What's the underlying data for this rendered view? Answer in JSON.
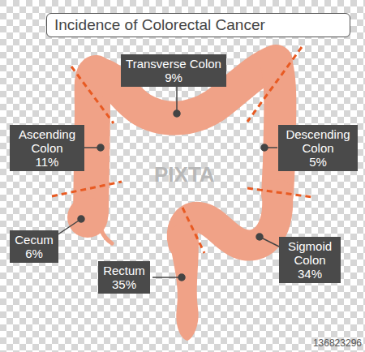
{
  "diagram": {
    "title": "Incidence of Colorectal Cancer",
    "nodes": [
      {
        "text": [
          "Transverse Colon",
          "9%"
        ]
      },
      {
        "text": [
          "Ascending Colon",
          "11%"
        ]
      },
      {
        "text": [
          "Descending Colon",
          "5%"
        ]
      },
      {
        "text": [
          "Cecum",
          "6%"
        ]
      },
      {
        "text": [
          "Rectum",
          "35%"
        ]
      },
      {
        "text": [
          "Sigmoid Colon",
          "34%"
        ]
      }
    ],
    "labels": [
      "PIXTA",
      "136823296"
    ]
  }
}
